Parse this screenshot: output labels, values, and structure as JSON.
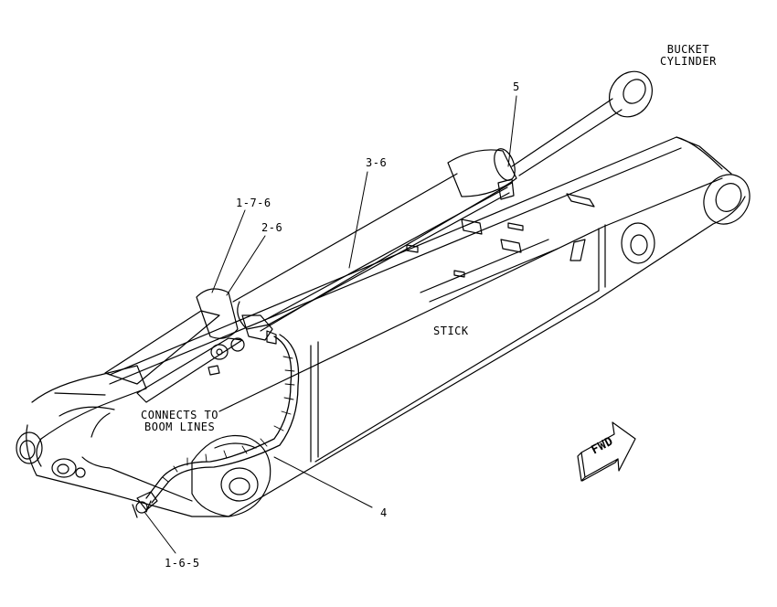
{
  "labels": {
    "bucket_cylinder_line1": "BUCKET",
    "bucket_cylinder_line2": "CYLINDER",
    "callout_5": "5",
    "callout_3_6": "3-6",
    "callout_1_7_6": "1-7-6",
    "callout_2_6": "2-6",
    "stick": "STICK",
    "connects_line1": "CONNECTS TO",
    "connects_line2": "BOOM LINES",
    "callout_4": "4",
    "callout_1_6_5": "1-6-5",
    "fwd": "FWD"
  },
  "colors": {
    "line": "#000000",
    "background": "#ffffff"
  }
}
